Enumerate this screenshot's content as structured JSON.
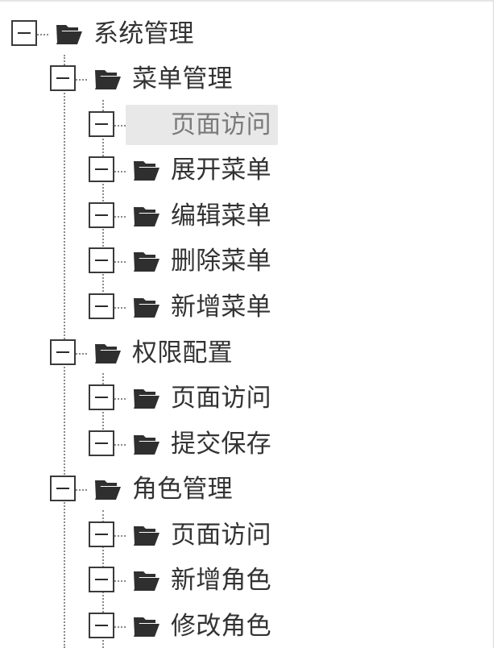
{
  "colors": {
    "text": "#333333",
    "selected_text": "#7a7a7a",
    "selected_bg": "#e8e8e8",
    "folder": "#2f2f2f",
    "folder_selected": "#8a8a8a",
    "guide_line": "#8a8a8a"
  },
  "tree": {
    "root": {
      "label": "系统管理",
      "toggle_icon": "minus-box-icon",
      "folder_icon": "folder-open-icon"
    },
    "menu_management": {
      "label": "菜单管理",
      "children": {
        "page_access": "页面访问",
        "expand_menu": "展开菜单",
        "edit_menu": "编辑菜单",
        "delete_menu": "删除菜单",
        "add_menu": "新增菜单"
      }
    },
    "permission_config": {
      "label": "权限配置",
      "children": {
        "page_access": "页面访问",
        "submit_save": "提交保存"
      }
    },
    "role_management": {
      "label": "角色管理",
      "children": {
        "page_access": "页面访问",
        "add_role": "新增角色",
        "modify_role": "修改角色"
      }
    }
  }
}
